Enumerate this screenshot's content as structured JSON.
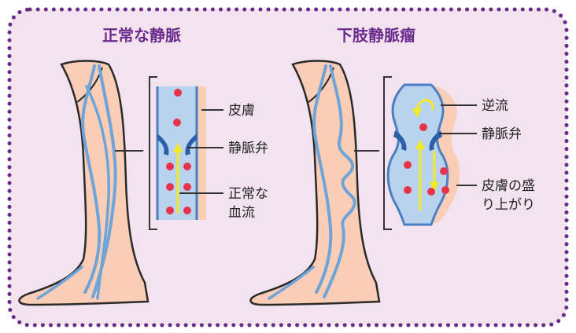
{
  "colors": {
    "background": "#f3e3ef",
    "border": "#6a2a8c",
    "skin": "#f9cdb6",
    "skin_outline": "#2a2a2a",
    "vein": "#6fa4d8",
    "vein_fill": "#b9d3ef",
    "blood_cell": "#e8334a",
    "flow_arrow": "#f4ea24"
  },
  "left_panel": {
    "title": "正常な静脈",
    "labels": {
      "skin": "皮膚",
      "valve": "静脈弁",
      "flow_line1": "正常な",
      "flow_line2": "血流"
    }
  },
  "right_panel": {
    "title": "下肢静脈瘤",
    "labels": {
      "backflow": "逆流",
      "valve": "静脈弁",
      "bulge_line1": "皮膚の盛",
      "bulge_line2": "り上がり"
    }
  }
}
